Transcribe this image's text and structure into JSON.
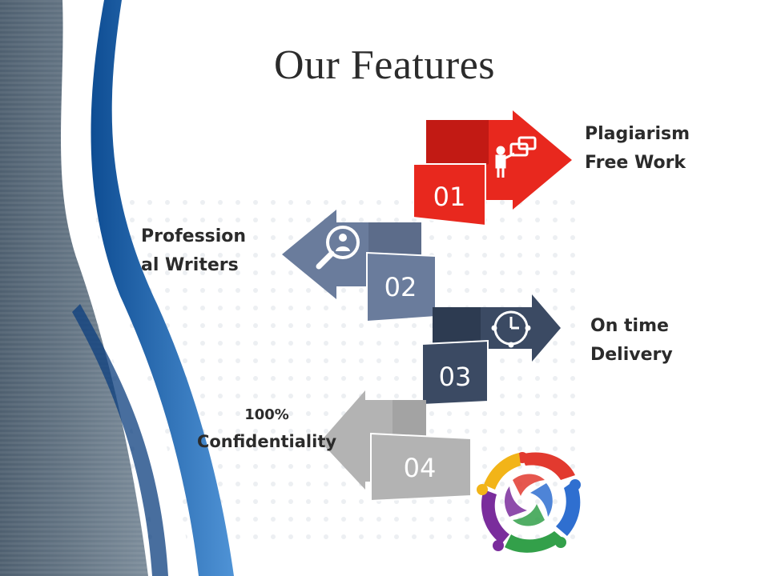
{
  "slide": {
    "title": "Our Features"
  },
  "features": [
    {
      "number": "01",
      "label_line1": "Plagiarism",
      "label_line2": "Free Work",
      "icon": "presenter-icon",
      "color": "#e8281e"
    },
    {
      "number": "02",
      "label_line1": "Profession",
      "label_line2": "al Writers",
      "icon": "magnifier-person-icon",
      "color": "#6a7c9c"
    },
    {
      "number": "03",
      "label_line1": "On time",
      "label_line2": "Delivery",
      "icon": "clock-icon",
      "color": "#3b4a63"
    },
    {
      "number": "04",
      "label_line1": "100%",
      "label_line2": "Confidentiality",
      "icon": "lock-icon",
      "color": "#b3b3b3"
    }
  ],
  "colors": {
    "accent_blue": "#1a5fa8",
    "panel_gray": "#5f6f7f"
  }
}
